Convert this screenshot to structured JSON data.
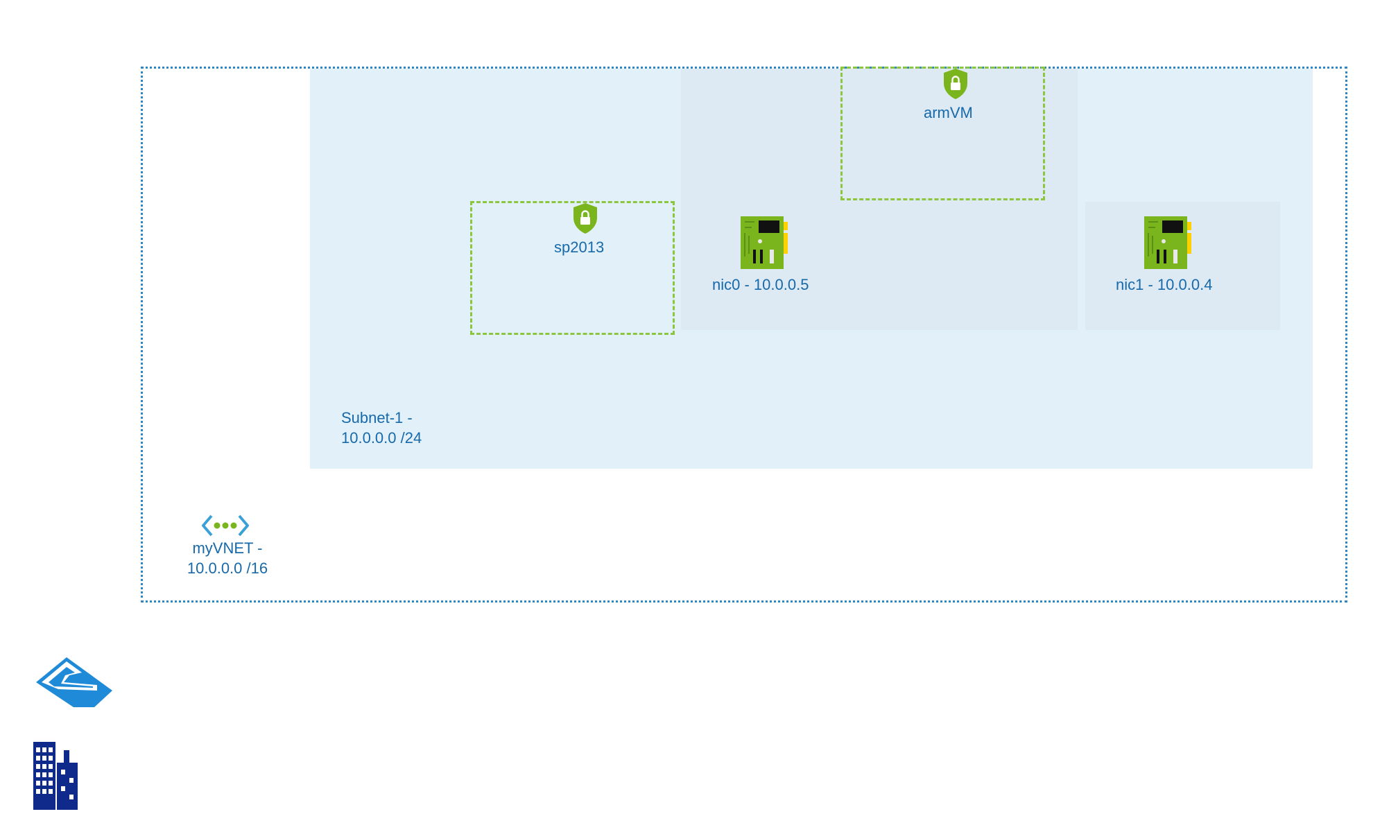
{
  "vnet": {
    "line1": "myVNET -",
    "line2": "10.0.0.0 /16",
    "icon": "virtual-network-icon"
  },
  "subnet": {
    "line1": "Subnet-1 -",
    "line2": "10.0.0.0 /24"
  },
  "nsgs": [
    {
      "label": "armVM",
      "icon": "shield-lock-icon"
    },
    {
      "label": "sp2013",
      "icon": "shield-lock-icon"
    }
  ],
  "nics": [
    {
      "label": "nic0  -  10.0.0.5",
      "icon": "network-interface-icon"
    },
    {
      "label": "nic1  -  10.0.0.4",
      "icon": "network-interface-icon"
    }
  ],
  "icons": {
    "peering": "vnet-peering-icon",
    "onprem": "building-icon"
  },
  "colors": {
    "accent": "#1769aa",
    "green": "#8cc63f",
    "subnet_fill": "#e2f1f9",
    "vm_fill": "#dde9f3"
  }
}
